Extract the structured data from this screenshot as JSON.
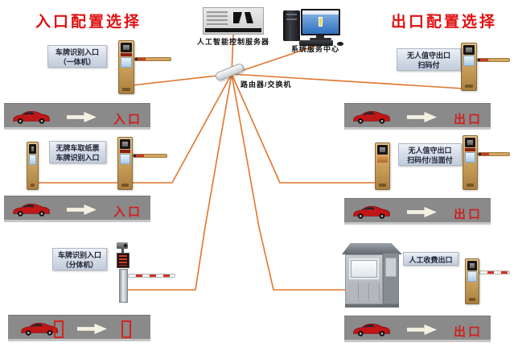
{
  "titles": {
    "entrance": "入口配置选择",
    "exit": "出口配置选择"
  },
  "backbone": {
    "server_label": "人工智能控制服务器",
    "service_center_label": "系统服务中心",
    "router_label": "路由器/交换机"
  },
  "entrance_configs": [
    {
      "line1": "车牌识别入口",
      "line2": "（一体机）"
    },
    {
      "line1": "无牌车取纸票",
      "line2": "车牌识别入口"
    },
    {
      "line1": "车牌识别入口",
      "line2": "（分体机）"
    }
  ],
  "exit_configs": [
    {
      "line1": "无人值守出口",
      "line2": "扫码付"
    },
    {
      "line1": "无人值守出口",
      "line2": "扫码付/当面付"
    },
    {
      "line1": "人工收费出口",
      "line2": ""
    }
  ],
  "lanes": [
    {
      "label": "入口"
    },
    {
      "label": "入口"
    },
    {
      "label": ""
    },
    {
      "label": "出口"
    },
    {
      "label": "出口"
    },
    {
      "label": "出口"
    }
  ],
  "colors": {
    "title_red": "#e01212",
    "lane_label_red": "#cf2020",
    "wire_orange": "#e2752e",
    "road_gray": "#8a8a8a",
    "label_box_blue": "#d7dee9",
    "kiosk_tan": "#cda35f"
  }
}
